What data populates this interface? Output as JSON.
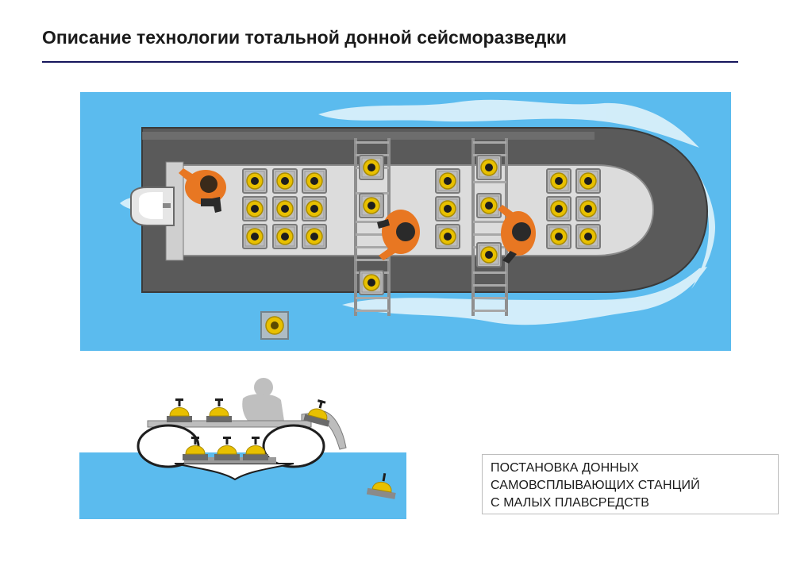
{
  "title": "Описание технологии тотальной донной сейсморазведки",
  "caption": {
    "line1": "ПОСТАНОВКА ДОННЫХ",
    "line2": "САМОВСПЛЫВАЮЩИХ СТАНЦИЙ",
    "line3": "С МАЛЫХ ПЛАВСРЕДСТВ"
  },
  "colors": {
    "water": "#5bbbee",
    "foam": "#dff3fb",
    "hull": "#5a5a5a",
    "deck": "#dcdcdc",
    "station_yellow": "#e8c000",
    "station_frame": "#8a8a8a",
    "worker_orange": "#e87722",
    "title_rule": "#16165c"
  },
  "icons": {
    "station": "seismic-station-icon",
    "worker": "worker-icon",
    "motor": "outboard-motor-icon",
    "ramp": "deployment-ramp-icon"
  }
}
